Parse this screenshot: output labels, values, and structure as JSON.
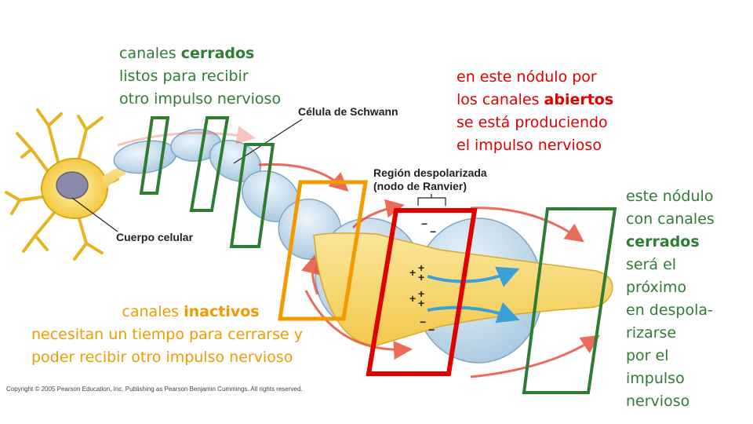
{
  "labels": {
    "schwann": "Célula de Schwann",
    "region_line1": "Región despolarizada",
    "region_line2": "(nodo de Ranvier)",
    "cell_body": "Cuerpo celular",
    "copyright": "Copyright © 2005 Pearson Education, Inc. Publishing as Pearson Benjamin Cummings. All rights reserved.",
    "charge_minus": "−",
    "charge_plus": "+"
  },
  "annotations": {
    "closed_top": {
      "l1a": "canales ",
      "l1b": "cerrados",
      "l2": "listos para recibir",
      "l3": "otro impulso nervioso"
    },
    "open": {
      "l1": "en este nódulo por",
      "l2a": "los canales ",
      "l2b": "abiertos",
      "l3": "se está produciendo",
      "l4": "el impulso nervioso"
    },
    "inactive": {
      "l1a": "canales ",
      "l1b": "inactivos",
      "l2": "necesitan un tiempo para cerrarse y",
      "l3": "poder recibir otro impulso nervioso"
    },
    "next": {
      "l1": "este nódulo",
      "l2": "con canales",
      "l3": "cerrados",
      "l4": "será el",
      "l5": "próximo",
      "l6": "en despola-",
      "l7": "rizarse",
      "l8": "por el",
      "l9": "impulso",
      "l10": "nervioso"
    }
  },
  "colors": {
    "closed": "#2e7d32",
    "inactive": "#f39a00",
    "open": "#e00000",
    "axon": "#f7d77a",
    "myelin": "#cfe2f1",
    "current": "#e8513a",
    "ion_flow": "#3aa0d8"
  }
}
